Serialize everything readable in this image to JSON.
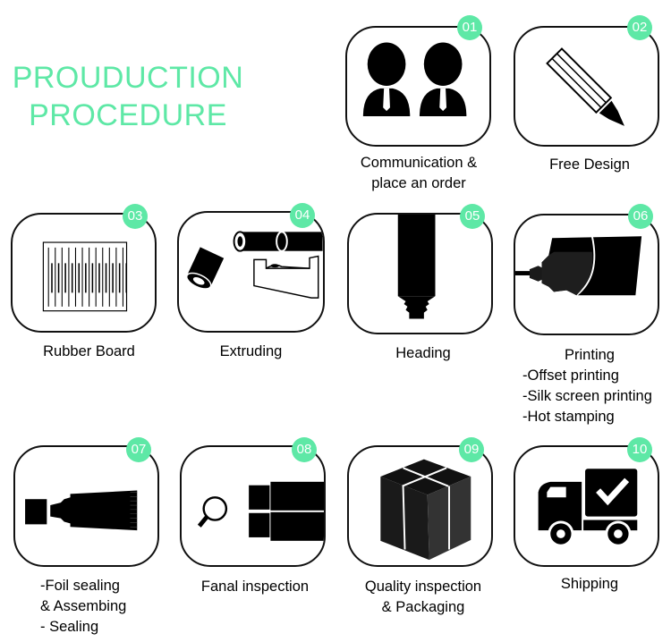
{
  "title": {
    "line1": "PROUDUCTION",
    "line2": "PROCEDURE",
    "color": "#5ee8a6"
  },
  "accent_color": "#5ee8a6",
  "steps": [
    {
      "number": "01",
      "icon": "business-people-icon",
      "label_lines": [
        "Communication &",
        "place an order"
      ]
    },
    {
      "number": "02",
      "icon": "pen-icon",
      "label_lines": [
        "Free Design"
      ]
    },
    {
      "number": "03",
      "icon": "rubber-board-icon",
      "label_lines": [
        "Rubber Board"
      ]
    },
    {
      "number": "04",
      "icon": "extruding-rollers-icon",
      "label_lines": [
        "Extruding"
      ]
    },
    {
      "number": "05",
      "icon": "tube-heading-icon",
      "label_lines": [
        "Heading"
      ]
    },
    {
      "number": "06",
      "icon": "printing-tube-icon",
      "label_lines": [
        "Printing",
        "-Offset printing",
        "-Silk screen printing",
        "-Hot stamping"
      ]
    },
    {
      "number": "07",
      "icon": "sealed-tube-icon",
      "label_lines": [
        "-Foil sealing",
        "& Assembing",
        "- Sealing"
      ]
    },
    {
      "number": "08",
      "icon": "magnifier-inspection-icon",
      "label_lines": [
        "Fanal inspection"
      ]
    },
    {
      "number": "09",
      "icon": "package-box-icon",
      "label_lines": [
        "Quality inspection",
        "& Packaging"
      ]
    },
    {
      "number": "10",
      "icon": "delivery-truck-icon",
      "label_lines": [
        "Shipping"
      ]
    }
  ]
}
